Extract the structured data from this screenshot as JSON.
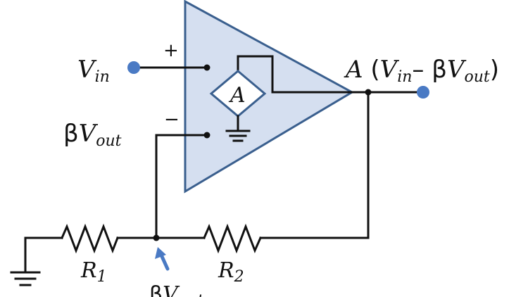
{
  "colors": {
    "opamp_fill": "#d5dff0",
    "opamp_stroke": "#3a5f8e",
    "terminal": "#4a7ac4",
    "arrow": "#4a7ac4",
    "wire": "#111111"
  },
  "labels": {
    "vin": {
      "main": "V",
      "sub": "in"
    },
    "feedback_in": {
      "beta": "β",
      "main": "V",
      "sub": "out"
    },
    "output": {
      "a": "A",
      "open": " (",
      "v1": "V",
      "sub1": "in",
      "minus": "– ",
      "beta": "β",
      "v2": "V",
      "sub2": "out",
      "close": ")"
    },
    "plus": "+",
    "minus": "−",
    "gain": "A",
    "r1": {
      "main": "R",
      "sub": "1"
    },
    "r2": {
      "main": "R",
      "sub": "2"
    },
    "tap": {
      "beta": "β",
      "main": "V",
      "sub": "out"
    }
  },
  "icons": {
    "ground_amp": "ground-icon",
    "ground_left": "ground-icon",
    "resistor_1": "resistor-icon",
    "resistor_2": "resistor-icon",
    "dependent_source": "dependent-source-icon",
    "tap_arrow": "arrow-up-icon"
  }
}
